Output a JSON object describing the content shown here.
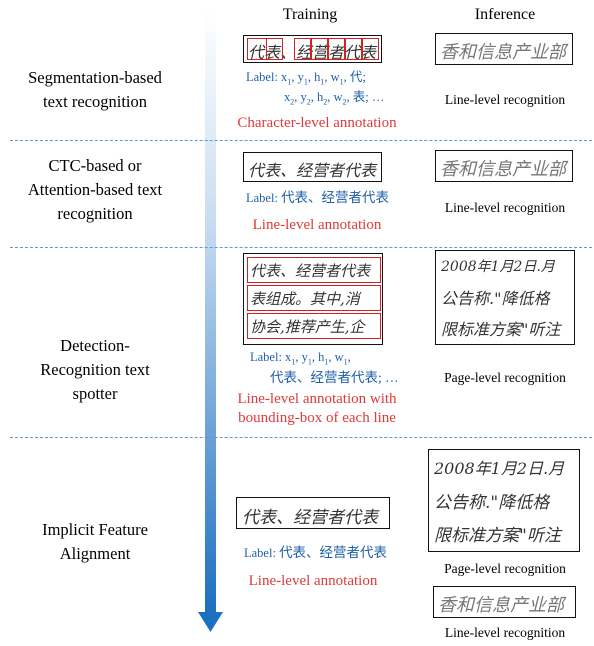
{
  "headers": {
    "training": "Training",
    "inference": "Inference"
  },
  "colors": {
    "label_blue": "#1f5fa8",
    "annotation_red": "#e03a3a",
    "separator": "#5b9bd5",
    "arrow_top": "#ffffff",
    "arrow_bottom": "#1d6fc0"
  },
  "sections": [
    {
      "method": [
        "Segmentation-based",
        "text recognition"
      ],
      "label_line1": "Label: x",
      "label_sub1": "1",
      "label_line1b": ", y",
      "label_sub1b": "1",
      "label_line1c": ", h",
      "label_sub1c": "1",
      "label_line1d": ", w",
      "label_sub1d": "1",
      "label_line1e": ", 代;",
      "label_line2": "x",
      "label_sub2": "2",
      "label_line2b": ", y",
      "label_sub2b": "2",
      "label_line2c": ", h",
      "label_sub2c": "2",
      "label_line2d": ", w",
      "label_sub2d": "2",
      "label_line2e": ", 表; …",
      "annotation": "Character-level annotation",
      "recognition": "Line-level recognition"
    },
    {
      "method": [
        "CTC-based or",
        "Attention-based text",
        "recognition"
      ],
      "label_prefix": "Label:",
      "label_text": "代表、经营者代表",
      "annotation": "Line-level annotation",
      "recognition": "Line-level recognition"
    },
    {
      "method": [
        "Detection-",
        "Recognition text",
        "spotter"
      ],
      "label_prefix": "Label:  x",
      "label_sub_a": "1",
      "label_b": ", y",
      "label_sub_b": "1",
      "label_c": ", h",
      "label_sub_c": "1",
      "label_d": ", w",
      "label_sub_d": "1",
      "label_e": ",",
      "label_line2": "代表、经营者代表; …",
      "annotation": [
        "Line-level annotation with",
        "bounding-box of each line"
      ],
      "recognition": "Page-level recognition"
    },
    {
      "method": [
        "Implicit Feature",
        "Alignment"
      ],
      "label_prefix": "Label:",
      "label_text": "代表、经营者代表",
      "annotation": "Line-level annotation",
      "recognition_page": "Page-level recognition",
      "recognition_line": "Line-level recognition"
    }
  ],
  "handwriting": {
    "train_line": "代表、经营者代表",
    "inference_line": "香和信息产业部",
    "page_lines": [
      "2008年1月2日.月",
      "公告称.\"降低格",
      "限标准方案\"听注"
    ],
    "train_page_lines": [
      "代表、经营者代表",
      "表组成。其中,消",
      "协会,推荐产生,企"
    ]
  }
}
